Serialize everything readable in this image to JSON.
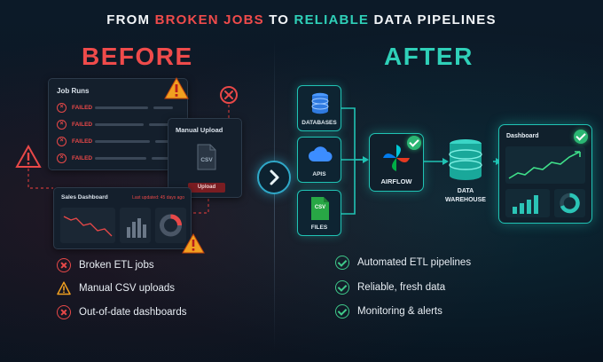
{
  "header": {
    "title_part1": "FROM ",
    "title_part2": "BROKEN JOBS",
    "title_part3": " TO ",
    "title_part4": "RELIABLE",
    "title_part5": " DATA PIPELINES"
  },
  "before": {
    "heading": "BEFORE",
    "job_runs": {
      "title": "Job Runs",
      "rows": [
        "FAILED",
        "FAILED",
        "FAILED",
        "FAILED"
      ]
    },
    "manual_upload": {
      "title": "Manual Upload",
      "file_label": "CSV",
      "button_label": "Upload"
    },
    "sales_dashboard": {
      "title": "Sales Dashboard",
      "last_updated": "Last updated: 45 days ago"
    },
    "list": [
      {
        "icon": "x-circle-icon",
        "text": "Broken ETL jobs"
      },
      {
        "icon": "warning-icon",
        "text": "Manual CSV uploads"
      },
      {
        "icon": "x-circle-icon",
        "text": "Out-of-date dashboards"
      }
    ]
  },
  "after": {
    "heading": "AFTER",
    "sources": [
      {
        "icon": "database-icon",
        "label": "DATABASES"
      },
      {
        "icon": "cloud-icon",
        "label": "APIS"
      },
      {
        "icon": "csv-file-icon",
        "label": "FILES",
        "file_label": "CSV"
      }
    ],
    "airflow_label": "AIRFLOW",
    "warehouse_label_line1": "DATA",
    "warehouse_label_line2": "WAREHOUSE",
    "dashboard_title": "Dashboard",
    "list": [
      {
        "icon": "check-circle-icon",
        "text": "Automated ETL pipelines"
      },
      {
        "icon": "check-circle-icon",
        "text": "Reliable, fresh data"
      },
      {
        "icon": "check-circle-icon",
        "text": "Monitoring & alerts"
      }
    ]
  },
  "colors": {
    "red": "#ef4b4b",
    "teal": "#2fd0b8",
    "green": "#2bb673",
    "warning": "#f0a020",
    "background": "#0a1622"
  }
}
